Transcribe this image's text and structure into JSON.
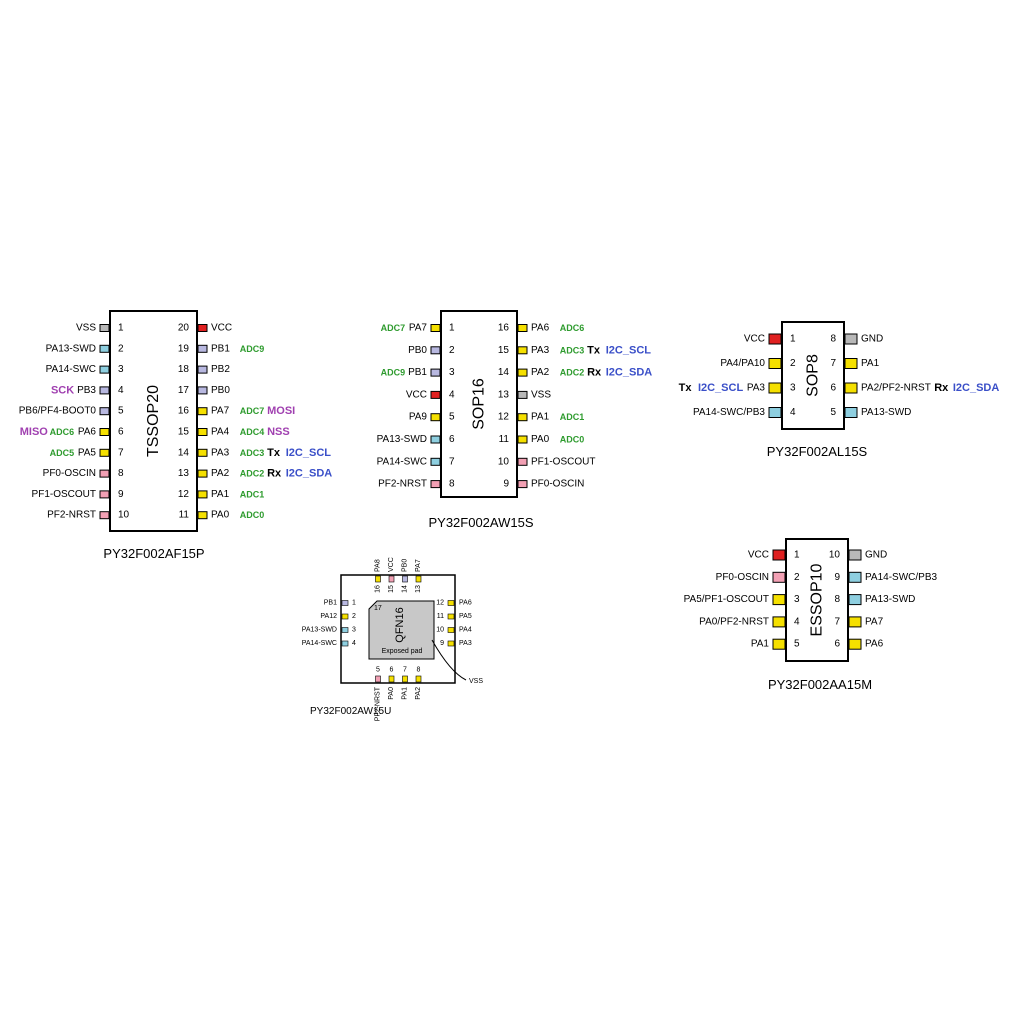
{
  "colors": {
    "power": "#e02020",
    "ground": "#b8b8b8",
    "gpio": "#f5e000",
    "swd": "#8ecfe0",
    "osc": "#f2a0b4",
    "pb": "#b8b8e0",
    "adc": "#2e9b2e",
    "i2c": "#3a4fc8",
    "spi": "#a040b0",
    "qfn_pad": "#c8c8c8"
  },
  "tssop20": {
    "package": "TSSOP20",
    "part": "PY32F002AF15P",
    "left": [
      {
        "n": "1",
        "name": "VSS",
        "color": "ground",
        "tags": []
      },
      {
        "n": "2",
        "name": "PA13-SWD",
        "color": "swd",
        "tags": []
      },
      {
        "n": "3",
        "name": "PA14-SWC",
        "color": "swd",
        "tags": []
      },
      {
        "n": "4",
        "name": "PB3",
        "color": "pb",
        "tags": [
          {
            "t": "SCK",
            "c": "spi"
          }
        ]
      },
      {
        "n": "5",
        "name": "PB6/PF4-BOOT0",
        "color": "pb",
        "tags": []
      },
      {
        "n": "6",
        "name": "PA6",
        "color": "gpio",
        "tags": [
          {
            "t": "MISO",
            "c": "spi"
          },
          {
            "t": "ADC6",
            "c": "adc"
          }
        ]
      },
      {
        "n": "7",
        "name": "PA5",
        "color": "gpio",
        "tags": [
          {
            "t": "ADC5",
            "c": "adc"
          }
        ]
      },
      {
        "n": "8",
        "name": "PF0-OSCIN",
        "color": "osc",
        "tags": []
      },
      {
        "n": "9",
        "name": "PF1-OSCOUT",
        "color": "osc",
        "tags": []
      },
      {
        "n": "10",
        "name": "PF2-NRST",
        "color": "osc",
        "tags": []
      }
    ],
    "right": [
      {
        "n": "20",
        "name": "VCC",
        "color": "power",
        "tags": []
      },
      {
        "n": "19",
        "name": "PB1",
        "color": "pb",
        "tags": [
          {
            "t": "ADC9",
            "c": "adc"
          }
        ]
      },
      {
        "n": "18",
        "name": "PB2",
        "color": "pb",
        "tags": []
      },
      {
        "n": "17",
        "name": "PB0",
        "color": "pb",
        "tags": []
      },
      {
        "n": "16",
        "name": "PA7",
        "color": "gpio",
        "tags": [
          {
            "t": "ADC7",
            "c": "adc"
          },
          {
            "t": "MOSI",
            "c": "spi"
          }
        ]
      },
      {
        "n": "15",
        "name": "PA4",
        "color": "gpio",
        "tags": [
          {
            "t": "ADC4",
            "c": "adc"
          },
          {
            "t": "NSS",
            "c": "spi"
          }
        ]
      },
      {
        "n": "14",
        "name": "PA3",
        "color": "gpio",
        "tags": [
          {
            "t": "ADC3",
            "c": "adc"
          },
          {
            "t": "Tx",
            "c": "txrx"
          },
          {
            "t": "I2C_SCL",
            "c": "i2c"
          }
        ]
      },
      {
        "n": "13",
        "name": "PA2",
        "color": "gpio",
        "tags": [
          {
            "t": "ADC2",
            "c": "adc"
          },
          {
            "t": "Rx",
            "c": "txrx"
          },
          {
            "t": "I2C_SDA",
            "c": "i2c"
          }
        ]
      },
      {
        "n": "12",
        "name": "PA1",
        "color": "gpio",
        "tags": [
          {
            "t": "ADC1",
            "c": "adc"
          }
        ]
      },
      {
        "n": "11",
        "name": "PA0",
        "color": "gpio",
        "tags": [
          {
            "t": "ADC0",
            "c": "adc"
          }
        ]
      }
    ]
  },
  "sop16": {
    "package": "SOP16",
    "part": "PY32F002AW15S",
    "left": [
      {
        "n": "1",
        "name": "PA7",
        "color": "gpio",
        "tags": [
          {
            "t": "ADC7",
            "c": "adc"
          }
        ]
      },
      {
        "n": "2",
        "name": "PB0",
        "color": "pb",
        "tags": []
      },
      {
        "n": "3",
        "name": "PB1",
        "color": "pb",
        "tags": [
          {
            "t": "ADC9",
            "c": "adc"
          }
        ]
      },
      {
        "n": "4",
        "name": "VCC",
        "color": "power",
        "tags": []
      },
      {
        "n": "5",
        "name": "PA9",
        "color": "gpio",
        "tags": []
      },
      {
        "n": "6",
        "name": "PA13-SWD",
        "color": "swd",
        "tags": []
      },
      {
        "n": "7",
        "name": "PA14-SWC",
        "color": "swd",
        "tags": []
      },
      {
        "n": "8",
        "name": "PF2-NRST",
        "color": "osc",
        "tags": []
      }
    ],
    "right": [
      {
        "n": "16",
        "name": "PA6",
        "color": "gpio",
        "tags": [
          {
            "t": "ADC6",
            "c": "adc"
          }
        ]
      },
      {
        "n": "15",
        "name": "PA3",
        "color": "gpio",
        "tags": [
          {
            "t": "ADC3",
            "c": "adc"
          },
          {
            "t": "Tx",
            "c": "txrx"
          },
          {
            "t": "I2C_SCL",
            "c": "i2c"
          }
        ]
      },
      {
        "n": "14",
        "name": "PA2",
        "color": "gpio",
        "tags": [
          {
            "t": "ADC2",
            "c": "adc"
          },
          {
            "t": "Rx",
            "c": "txrx"
          },
          {
            "t": "I2C_SDA",
            "c": "i2c"
          }
        ]
      },
      {
        "n": "13",
        "name": "VSS",
        "color": "ground",
        "tags": []
      },
      {
        "n": "12",
        "name": "PA1",
        "color": "gpio",
        "tags": [
          {
            "t": "ADC1",
            "c": "adc"
          }
        ]
      },
      {
        "n": "11",
        "name": "PA0",
        "color": "gpio",
        "tags": [
          {
            "t": "ADC0",
            "c": "adc"
          }
        ]
      },
      {
        "n": "10",
        "name": "PF1-OSCOUT",
        "color": "osc",
        "tags": []
      },
      {
        "n": "9",
        "name": "PF0-OSCIN",
        "color": "osc",
        "tags": []
      }
    ]
  },
  "sop8": {
    "package": "SOP8",
    "part": "PY32F002AL15S",
    "left": [
      {
        "n": "1",
        "name": "VCC",
        "color": "power",
        "tags": []
      },
      {
        "n": "2",
        "name": "PA4/PA10",
        "color": "gpio",
        "tags": []
      },
      {
        "n": "3",
        "name": "PA3",
        "color": "gpio",
        "tags": [
          {
            "t": "Tx",
            "c": "txrx"
          },
          {
            "t": "I2C_SCL",
            "c": "i2c"
          }
        ]
      },
      {
        "n": "4",
        "name": "PA14-SWC/PB3",
        "color": "swd",
        "tags": []
      }
    ],
    "right": [
      {
        "n": "8",
        "name": "GND",
        "color": "ground",
        "tags": []
      },
      {
        "n": "7",
        "name": "PA1",
        "color": "gpio",
        "tags": []
      },
      {
        "n": "6",
        "name": "PA2/PF2-NRST",
        "color": "gpio",
        "tags": [
          {
            "t": "Rx",
            "c": "txrx"
          },
          {
            "t": "I2C_SDA",
            "c": "i2c"
          }
        ]
      },
      {
        "n": "5",
        "name": "PA13-SWD",
        "color": "swd",
        "tags": []
      }
    ]
  },
  "essop10": {
    "package": "ESSOP10",
    "part": "PY32F002AA15M",
    "left": [
      {
        "n": "1",
        "name": "VCC",
        "color": "power",
        "tags": []
      },
      {
        "n": "2",
        "name": "PF0-OSCIN",
        "color": "osc",
        "tags": []
      },
      {
        "n": "3",
        "name": "PA5/PF1-OSCOUT",
        "color": "gpio",
        "tags": []
      },
      {
        "n": "4",
        "name": "PA0/PF2-NRST",
        "color": "gpio",
        "tags": []
      },
      {
        "n": "5",
        "name": "PA1",
        "color": "gpio",
        "tags": []
      }
    ],
    "right": [
      {
        "n": "10",
        "name": "GND",
        "color": "ground",
        "tags": []
      },
      {
        "n": "9",
        "name": "PA14-SWC/PB3",
        "color": "swd",
        "tags": []
      },
      {
        "n": "8",
        "name": "PA13-SWD",
        "color": "swd",
        "tags": []
      },
      {
        "n": "7",
        "name": "PA7",
        "color": "gpio",
        "tags": []
      },
      {
        "n": "6",
        "name": "PA6",
        "color": "gpio",
        "tags": []
      }
    ]
  },
  "qfn16": {
    "package": "QFN16",
    "part": "PY32F002AW15U",
    "exposed_pad": "Exposed pad",
    "vss_label": "VSS",
    "corner_num": "17",
    "left": [
      {
        "n": "1",
        "name": "PB1",
        "color": "pb"
      },
      {
        "n": "2",
        "name": "PA12",
        "color": "gpio"
      },
      {
        "n": "3",
        "name": "PA13-SWD",
        "color": "swd"
      },
      {
        "n": "4",
        "name": "PA14-SWC",
        "color": "swd"
      }
    ],
    "right": [
      {
        "n": "12",
        "name": "PA6",
        "color": "gpio"
      },
      {
        "n": "11",
        "name": "PA5",
        "color": "gpio"
      },
      {
        "n": "10",
        "name": "PA4",
        "color": "gpio"
      },
      {
        "n": "9",
        "name": "PA3",
        "color": "gpio"
      }
    ],
    "top": [
      {
        "n": "16",
        "name": "PA8",
        "color": "gpio"
      },
      {
        "n": "15",
        "name": "VCC",
        "color": "osc"
      },
      {
        "n": "14",
        "name": "PB0",
        "color": "pb"
      },
      {
        "n": "13",
        "name": "PA7",
        "color": "gpio"
      }
    ],
    "bottom": [
      {
        "n": "5",
        "name": "PF2-NRST",
        "color": "osc"
      },
      {
        "n": "6",
        "name": "PA0",
        "color": "gpio"
      },
      {
        "n": "7",
        "name": "PA1",
        "color": "gpio"
      },
      {
        "n": "8",
        "name": "PA2",
        "color": "gpio"
      }
    ]
  }
}
